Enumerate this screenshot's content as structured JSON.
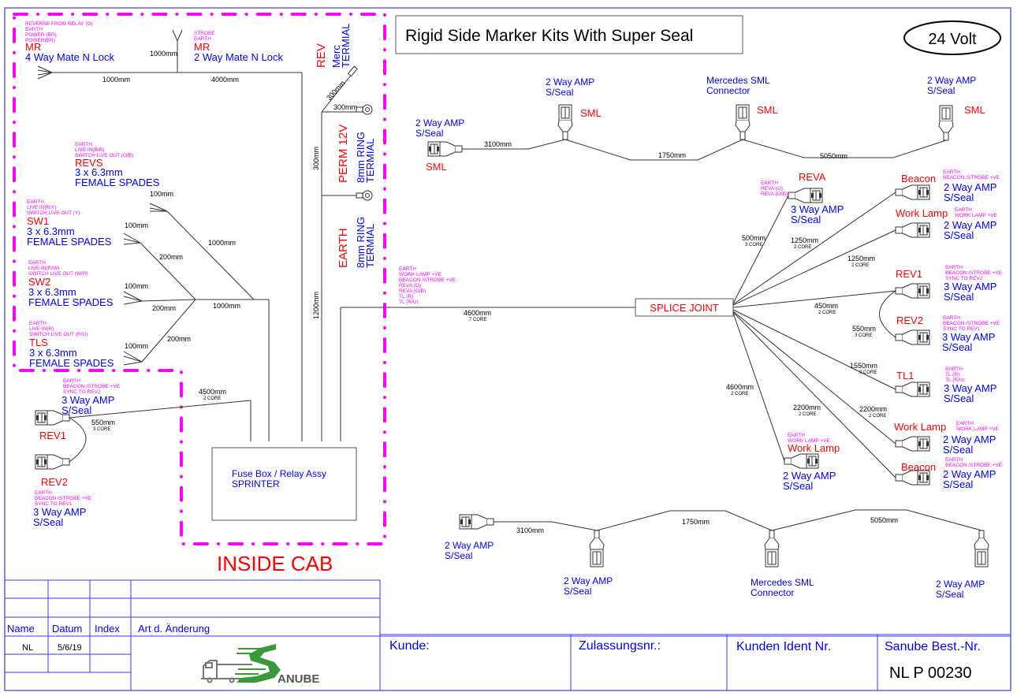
{
  "title": "Rigid Side Marker Kits With Super Seal",
  "voltage_badge": "24 Volt",
  "inside_cab_label": "INSIDE CAB",
  "fuse_box": {
    "line1": "Fuse Box / Relay Assy",
    "line2": "SPRINTER"
  },
  "splice_joint": "SPLICE JOINT",
  "cab_left": {
    "mr4": {
      "pins": [
        "REVERSE FROM RELAY (O)",
        "EARTH",
        "POWER (BR)",
        "POWER(BR)"
      ],
      "name": "MR",
      "type": "4 Way Mate N Lock"
    },
    "mr2": {
      "pins": [
        "STROBE",
        "EARTH"
      ],
      "name": "MR",
      "type": "2 Way Mate N Lock"
    },
    "revs": {
      "pins": [
        "EARTH",
        "LIVE IN(B/R)",
        "SWITCH LIVE OUT (O/B)"
      ],
      "name": "REVS",
      "type1": "3 x 6.3mm",
      "type2": "FEMALE SPADES"
    },
    "sw1": {
      "pins": [
        "EARTH",
        "LIVE IN(R/Y)",
        "SWITCH LIVE OUT (Y)"
      ],
      "name": "SW1",
      "type1": "3 x 6.3mm",
      "type2": "FEMALE SPADES"
    },
    "sw2": {
      "pins": [
        "EARTH",
        "LIVE IN(R/W)",
        "SWITCH LIVE OUT (W/R)"
      ],
      "name": "SW2",
      "type1": "3 x 6.3mm",
      "type2": "FEMALE SPADES"
    },
    "tls": {
      "pins": [
        "EARTH",
        "LIVE IN(R)",
        "SWITCH LIVE OUT (R/U)"
      ],
      "name": "TLS",
      "type1": "3 x 6.3mm",
      "type2": "FEMALE SPADES"
    },
    "rev_terminal": {
      "name": "REV",
      "type1": "Merc",
      "type2": "TERMIAL"
    },
    "perm": {
      "name": "PERM 12V",
      "type1": "8mm RING",
      "type2": "TERMIAL"
    },
    "earth": {
      "name": "EARTH",
      "type1": "8mm RING",
      "type2": "TERMIAL"
    },
    "lengths": {
      "mr_a": "1000mm",
      "mr_b": "4000mm",
      "mr2_drop": "1000mm",
      "rev_diag": "300mm",
      "perm_stub": "300mm",
      "vert_300": "300mm",
      "vert_1200": "1200mm",
      "revs_tail": "100mm",
      "revs_run": "1000mm",
      "sw1_tail": "100mm",
      "sw1_run": "200mm",
      "sw2_tail": "100mm",
      "sw2_run": "200mm",
      "tls_tail": "100mm",
      "tls_run": "200mm",
      "junction_run": "1000mm"
    }
  },
  "cab_lower_left": {
    "rev1": {
      "pins": [
        "EARTH",
        "BEACON /STROBE +VE",
        "SYNC TO REV2"
      ],
      "name": "REV1",
      "type1": "3 Way AMP",
      "type2": "S/Seal"
    },
    "rev2": {
      "pins": [
        "EARTH",
        "BEACON /STROBE +VE",
        "SYNC TO REV1"
      ],
      "name": "REV2",
      "type1": "3 Way AMP",
      "type2": "S/Seal"
    },
    "feed": {
      "length": "4500mm",
      "core": "2 CORE"
    },
    "link": {
      "length": "550mm",
      "core": "3 CORE"
    }
  },
  "sml_top": {
    "end": {
      "type1": "2 Way AMP",
      "type2": "S/Seal",
      "name": "SML"
    },
    "n1": {
      "type1": "2 Way AMP",
      "type2": "S/Seal",
      "name": "SML"
    },
    "n2": {
      "type1": "Mercedes SML",
      "type2": "Connector",
      "name": "SML"
    },
    "n3": {
      "type1": "2 Way AMP",
      "type2": "S/Seal",
      "name": "SML"
    },
    "lengths": [
      "3100mm",
      "1750mm",
      "5050mm"
    ]
  },
  "sml_bottom": {
    "end": {
      "type1": "2 Way AMP",
      "type2": "S/Seal"
    },
    "n1": {
      "type1": "2 Way AMP",
      "type2": "S/Seal"
    },
    "n2": {
      "type1": "Mercedes SML",
      "type2": "Connector"
    },
    "n3": {
      "type1": "2 Way AMP",
      "type2": "S/Seal"
    },
    "lengths": [
      "3100mm",
      "1750mm",
      "5050mm"
    ]
  },
  "main_feed": {
    "pins": [
      "EARTH",
      "WORK LAMP +VE",
      "BEACON /STROBE +VE",
      "REVA (O)",
      "REVA (O/B)",
      "TL (R)",
      "TL (R/U)"
    ],
    "length": "4600mm",
    "core": "7 CORE"
  },
  "splice_outputs": {
    "reva": {
      "pins": [
        "EARTH",
        "REVA (O)",
        "REVA (O/B)"
      ],
      "name": "REVA",
      "type1": "3 Way AMP",
      "type2": "S/Seal",
      "length": "500mm",
      "core": "3 CORE"
    },
    "beacon_top": {
      "pins": [
        "EARTH",
        "BEACON /STROBE +VE"
      ],
      "name": "Beacon",
      "type1": "2 Way AMP",
      "type2": "S/Seal",
      "length": "1250mm",
      "core": "2 CORE"
    },
    "work_top": {
      "pins": [
        "EARTH",
        "WORK LAMP +VE"
      ],
      "name": "Work Lamp",
      "type1": "2 Way AMP",
      "type2": "S/Seal",
      "length": "1250mm",
      "core": "2 CORE"
    },
    "rev1": {
      "pins": [
        "EARTH",
        "BEACON /STROBE +VE",
        "SYNC TO REV2"
      ],
      "name": "REV1",
      "type1": "3 Way AMP",
      "type2": "S/Seal",
      "length": "450mm",
      "core": "2 CORE"
    },
    "rev2": {
      "pins": [
        "EARTH",
        "BEACON /STROBE +VE",
        "SYNC TO REV1"
      ],
      "name": "REV2",
      "type1": "3 Way AMP",
      "type2": "S/Seal",
      "length": "550mm",
      "core": "3 CORE"
    },
    "tl1": {
      "pins": [
        "EARTH",
        "TL (R)",
        "TL (R/U)"
      ],
      "name": "TL1",
      "type1": "3 Way AMP",
      "type2": "S/Seal",
      "length": "1550mm",
      "core": "3 CORE"
    },
    "work_bottom": {
      "pins": [
        "EARTH",
        "WORK LAMP +VE"
      ],
      "name": "Work Lamp",
      "type1": "2 Way AMP",
      "type2": "S/Seal",
      "length": "2200mm",
      "core": "2 CORE"
    },
    "beacon_bottom": {
      "pins": [
        "EARTH",
        "BEACON /STROBE +VE"
      ],
      "name": "Beacon",
      "type1": "2 Way AMP",
      "type2": "S/Seal",
      "length": "2200mm",
      "core": "2 CORE"
    },
    "work_center": {
      "pins": [
        "EARTH",
        "WORK LAMP +VE"
      ],
      "name": "Work Lamp",
      "type1": "2 Way AMP",
      "type2": "S/Seal",
      "length": "4600mm",
      "core": "2 CORE"
    }
  },
  "title_block": {
    "headers": [
      "Name",
      "Datum",
      "Index",
      "Art d. Änderung"
    ],
    "row": [
      "NL",
      "5/6/19",
      ""
    ],
    "logo_text": "ANUBE",
    "kunde": "Kunde:",
    "zulassung": "Zulassungsnr.:",
    "kunden_ident": "Kunden Ident Nr.",
    "sanube_best": "Sanube Best.-Nr.",
    "part_number": "NL P 00230",
    "colors": {
      "frame": "#3a3ae8",
      "cab_border": "#ff00ff",
      "label_red": "#ff0000",
      "label_blue": "#0000ff",
      "pin_magenta": "#ff00ff",
      "logo_green": "#3a9a3a",
      "logo_grey": "#777777"
    }
  }
}
